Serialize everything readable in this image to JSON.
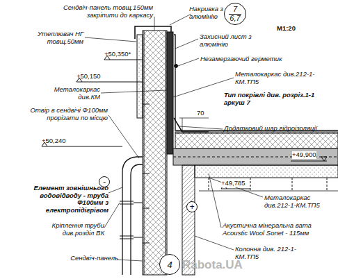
{
  "diagram": {
    "nodes": [
      {
        "text": [
          "7",
          "6,7"
        ]
      },
      {
        "text": [
          "-"
        ]
      },
      {
        "text": [
          "+"
        ]
      },
      {
        "text": [
          "4"
        ]
      }
    ],
    "labels": [
      "М1:20",
      "Сендвіч-панель товщ.150мм закріпити до каркасу",
      "Накривка з алюмінію",
      "Утеплювач НГ товщ.50мм",
      "+50,350*",
      "Захисний лист з алюмінію",
      "+50,150",
      "Незамерзаючий герметик",
      "Металокаркас див.КМ",
      "Металокаркас див.212-1-КМ.ТП5",
      "Отвір в сендвічі Ф100мм прорізати по місцю",
      "70",
      "Тип покрівлі див. розріз.1-1 аркуш 7",
      "+50,240",
      "Додатковий шар гідроізоляції",
      "+49,900",
      "+49,785",
      "Елемент зовнішнього водовідводу - труба Ф100мм з електропідігрівом",
      "Металокаркас див.212-1-КМ.ТП5",
      "Кріплення труби див.розділ ВК",
      "Акустична мінеральна вата Acoustic Wool Sonet - 115мм",
      "Колонна див. 212-1-КМ.ТП5",
      "Сендвіч-панель",
      "Rabota.UA"
    ]
  }
}
